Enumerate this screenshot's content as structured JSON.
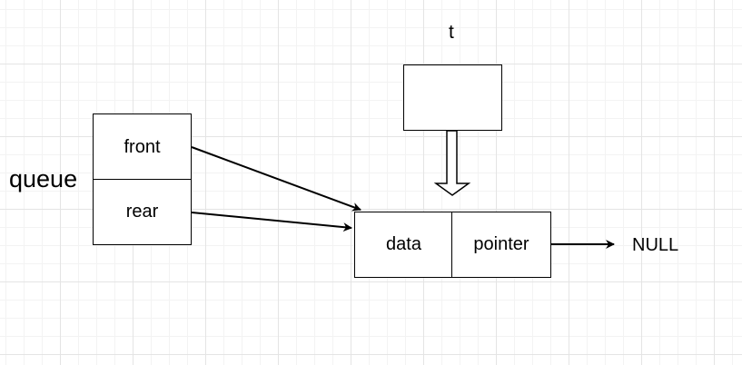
{
  "queue_label": "queue",
  "queue_fields": {
    "front": "front",
    "rear": "rear"
  },
  "node": {
    "data": "data",
    "pointer": "pointer"
  },
  "t_label": "t",
  "null_label": "NULL"
}
